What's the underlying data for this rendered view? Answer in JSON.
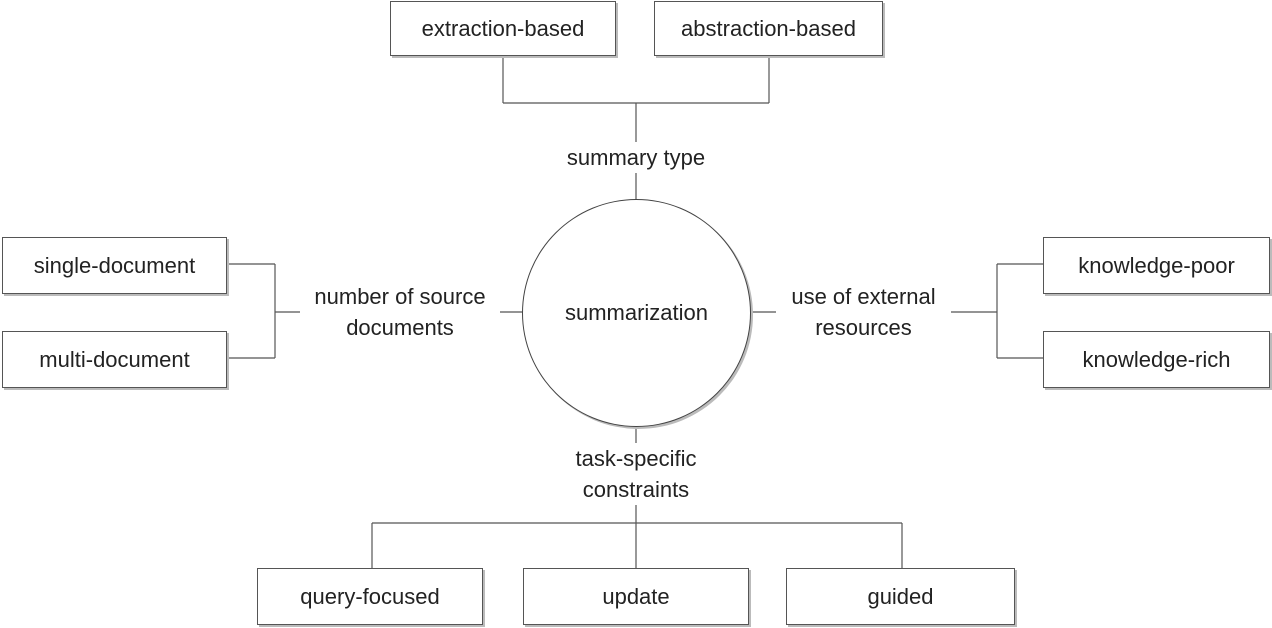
{
  "center": {
    "label": "summarization"
  },
  "branches": {
    "summary_type": {
      "label": "summary type",
      "children": [
        "extraction-based",
        "abstraction-based"
      ]
    },
    "source_documents": {
      "label_line1": "number of source",
      "label_line2": "documents",
      "children": [
        "single-document",
        "multi-document"
      ]
    },
    "external_resources": {
      "label_line1": "use of external",
      "label_line2": "resources",
      "children": [
        "knowledge-poor",
        "knowledge-rich"
      ]
    },
    "task_constraints": {
      "label_line1": "task-specific",
      "label_line2": "constraints",
      "children": [
        "query-focused",
        "update",
        "guided"
      ]
    }
  }
}
